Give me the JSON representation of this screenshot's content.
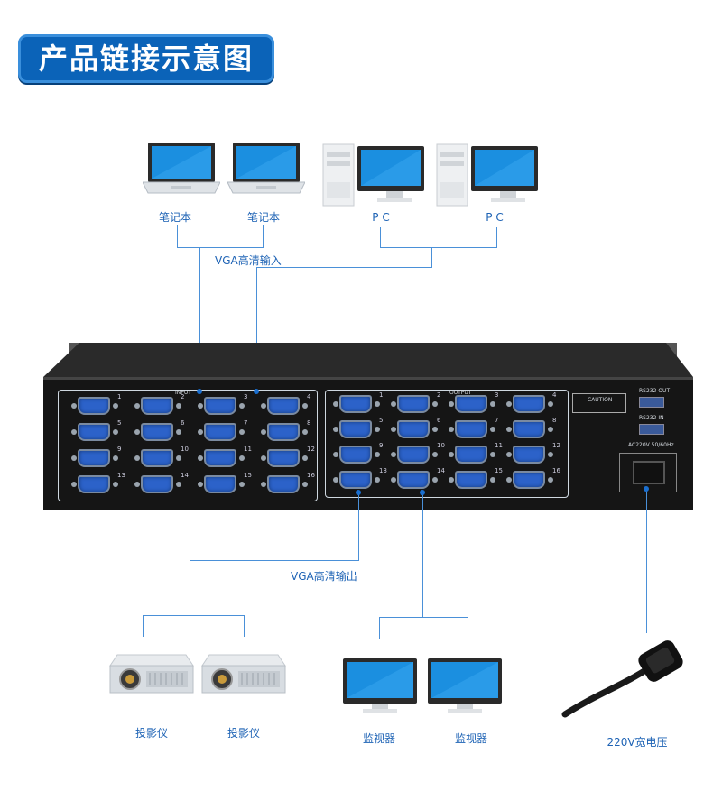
{
  "title": "产品链接示意图",
  "inputs": {
    "devices": [
      {
        "label": "笔记本",
        "kind": "laptop"
      },
      {
        "label": "笔记本",
        "kind": "laptop"
      },
      {
        "label": "P C",
        "kind": "pc"
      },
      {
        "label": "P C",
        "kind": "pc"
      }
    ],
    "bus_label": "VGA高清输入"
  },
  "rack": {
    "input_label": "INPUT",
    "output_label": "OUTPUT",
    "input_numbers": [
      "1",
      "2",
      "3",
      "4",
      "5",
      "6",
      "7",
      "8",
      "9",
      "10",
      "11",
      "12",
      "13",
      "14",
      "15",
      "16"
    ],
    "output_numbers": [
      "1",
      "2",
      "3",
      "4",
      "5",
      "6",
      "7",
      "8",
      "9",
      "10",
      "11",
      "12",
      "13",
      "14",
      "15",
      "16"
    ],
    "caution": "CAUTION",
    "rs232_out": "RS232 OUT",
    "rs232_in": "RS232 IN",
    "power_spec": "AC220V 50/60Hz"
  },
  "outputs": {
    "bus_label": "VGA高清输出",
    "devices": [
      {
        "label": "投影仪",
        "kind": "projector"
      },
      {
        "label": "投影仪",
        "kind": "projector"
      },
      {
        "label": "监视器",
        "kind": "monitor"
      },
      {
        "label": "监视器",
        "kind": "monitor"
      }
    ]
  },
  "power": {
    "label": "220V宽电压",
    "icon": "power-cord-icon"
  },
  "colors": {
    "accent": "#0b63b8",
    "line": "#4a90d8",
    "label": "#1e63b5",
    "rack": "#1c1c1c",
    "vga": "#2c62c9"
  }
}
